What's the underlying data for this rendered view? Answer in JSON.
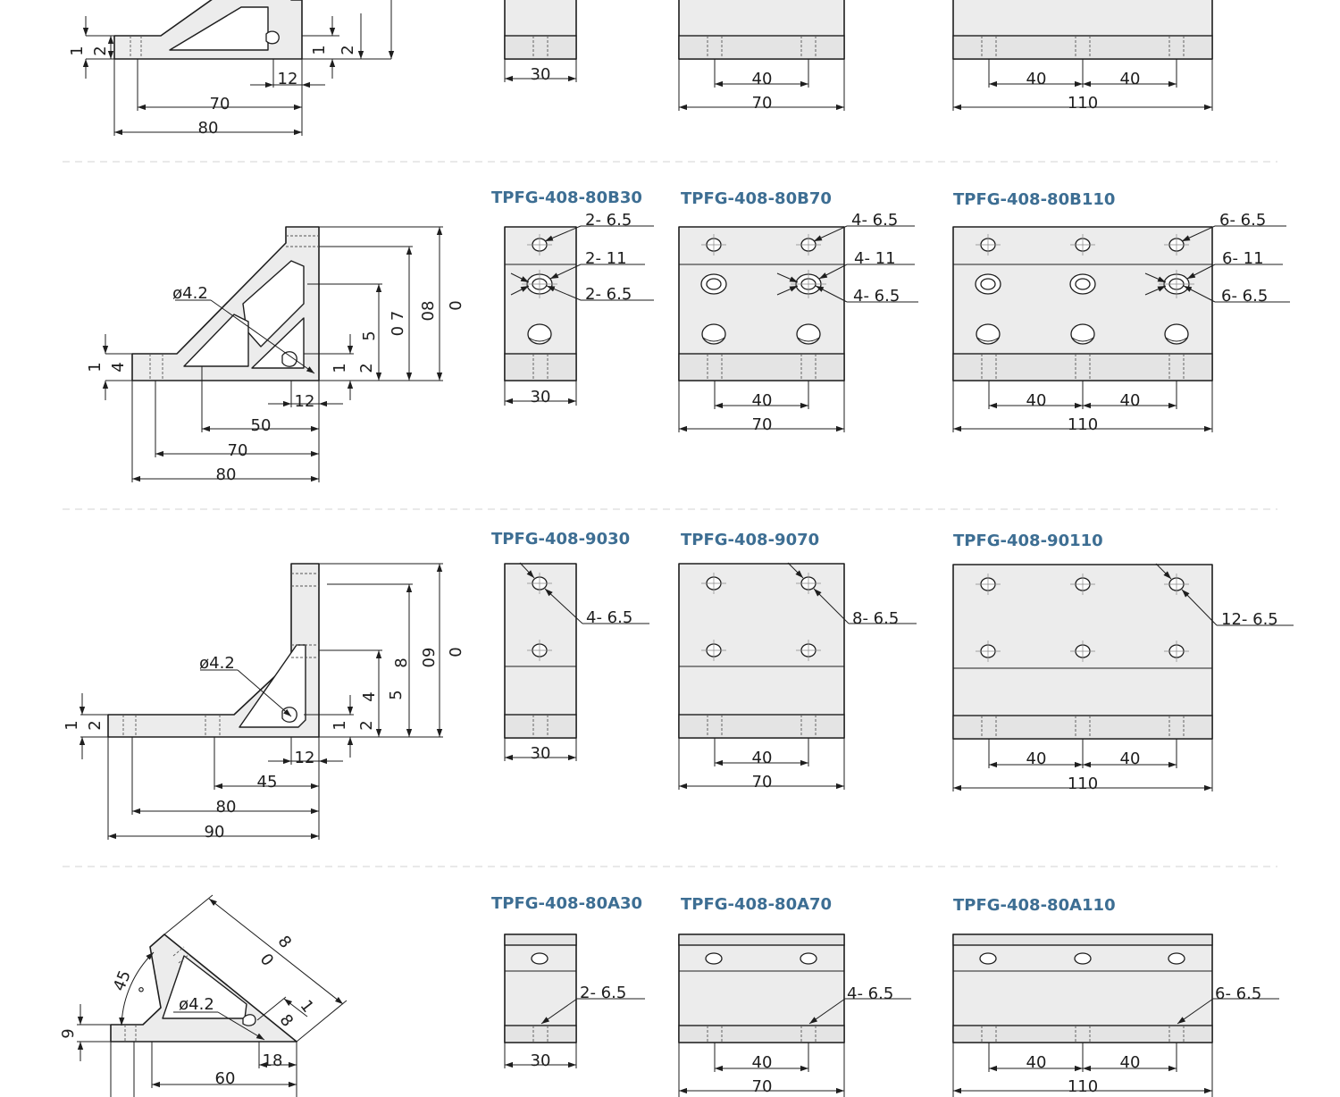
{
  "rows": [
    {
      "profile": {
        "dims": [
          "1",
          "2",
          "1",
          "2",
          "12",
          "70",
          "80"
        ]
      },
      "views": [
        {
          "code": "",
          "dims": [
            "30"
          ]
        },
        {
          "code": "",
          "dims": [
            "40",
            "70"
          ]
        },
        {
          "code": "",
          "dims": [
            "40",
            "40",
            "110"
          ]
        }
      ]
    },
    {
      "profile": {
        "hole": "ø4.2",
        "dims": [
          "1",
          "4",
          "1",
          "2",
          "5",
          "0 7",
          "08",
          "0",
          "12",
          "50",
          "70",
          "80"
        ]
      },
      "views": [
        {
          "code": "TPFG-408-80B30",
          "callouts": [
            "2- 6.5",
            "2- 11",
            "2- 6.5"
          ],
          "dims": [
            "30"
          ]
        },
        {
          "code": "TPFG-408-80B70",
          "callouts": [
            "4- 6.5",
            "4- 11",
            "4- 6.5"
          ],
          "dims": [
            "40",
            "70"
          ]
        },
        {
          "code": "TPFG-408-80B110",
          "callouts": [
            "6- 6.5",
            "6- 11",
            "6- 6.5"
          ],
          "dims": [
            "40",
            "40",
            "110"
          ]
        }
      ]
    },
    {
      "profile": {
        "hole": "ø4.2",
        "dims": [
          "1",
          "2",
          "1",
          "2",
          "4",
          "5",
          "8",
          "09",
          "0",
          "12",
          "45",
          "80",
          "90"
        ]
      },
      "views": [
        {
          "code": "TPFG-408-9030",
          "callouts": [
            "4- 6.5"
          ],
          "dims": [
            "30"
          ]
        },
        {
          "code": "TPFG-408-9070",
          "callouts": [
            "8- 6.5"
          ],
          "dims": [
            "40",
            "70"
          ]
        },
        {
          "code": "TPFG-408-90110",
          "callouts": [
            "12- 6.5"
          ],
          "dims": [
            "40",
            "40",
            "110"
          ]
        }
      ]
    },
    {
      "profile": {
        "hole": "ø4.2",
        "angle": "45",
        "degree": "°",
        "dims": [
          "9",
          "8",
          "0",
          "1",
          "8",
          "18",
          "60"
        ]
      },
      "views": [
        {
          "code": "TPFG-408-80A30",
          "callouts": [
            "2- 6.5"
          ],
          "dims": [
            "30"
          ]
        },
        {
          "code": "TPFG-408-80A70",
          "callouts": [
            "4- 6.5"
          ],
          "dims": [
            "40",
            "70"
          ]
        },
        {
          "code": "TPFG-408-80A110",
          "callouts": [
            "6- 6.5"
          ],
          "dims": [
            "40",
            "40",
            "110"
          ]
        }
      ]
    }
  ]
}
